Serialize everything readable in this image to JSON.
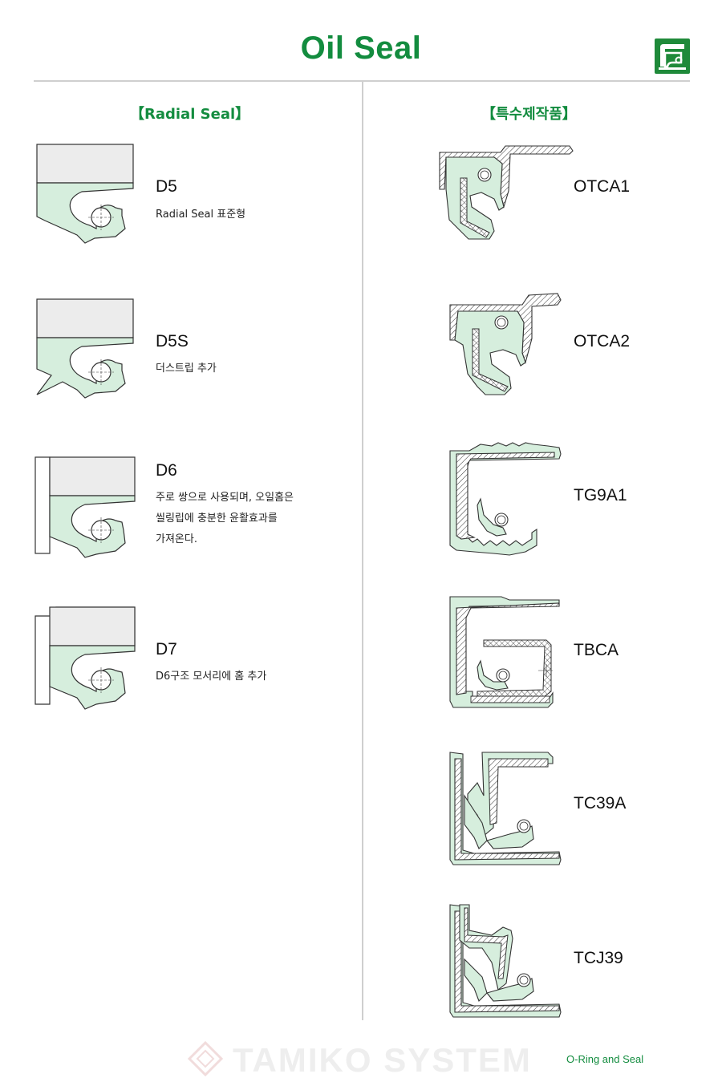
{
  "page": {
    "title": "Oil Seal"
  },
  "left": {
    "heading": "【Radial Seal】",
    "items": [
      {
        "code": "D5",
        "desc": [
          "Radial Seal 표준형"
        ]
      },
      {
        "code": "D5S",
        "desc": [
          "더스트립 추가"
        ]
      },
      {
        "code": "D6",
        "desc": [
          "주로 쌍으로 사용되며, 오일홈은",
          "씰링립에 충분한 윤활효과를",
          "가져온다."
        ]
      },
      {
        "code": "D7",
        "desc": [
          "D6구조 모서리에 홈 추가"
        ]
      }
    ]
  },
  "right": {
    "heading": "【특수제작품】",
    "items": [
      {
        "code": "OTCA1"
      },
      {
        "code": "OTCA2"
      },
      {
        "code": "TG9A1"
      },
      {
        "code": "TBCA"
      },
      {
        "code": "TC39A"
      },
      {
        "code": "TCJ39"
      }
    ]
  },
  "footer": {
    "brand": "TAMIKO SYSTEM",
    "tagline": "O-Ring and Seal"
  },
  "colors": {
    "accent": "#138c3f",
    "seal_fill": "#d6eedd",
    "case_fill": "#ececec",
    "line": "#333333"
  },
  "icons": {
    "logo": "oil-seal-logo-icon"
  }
}
